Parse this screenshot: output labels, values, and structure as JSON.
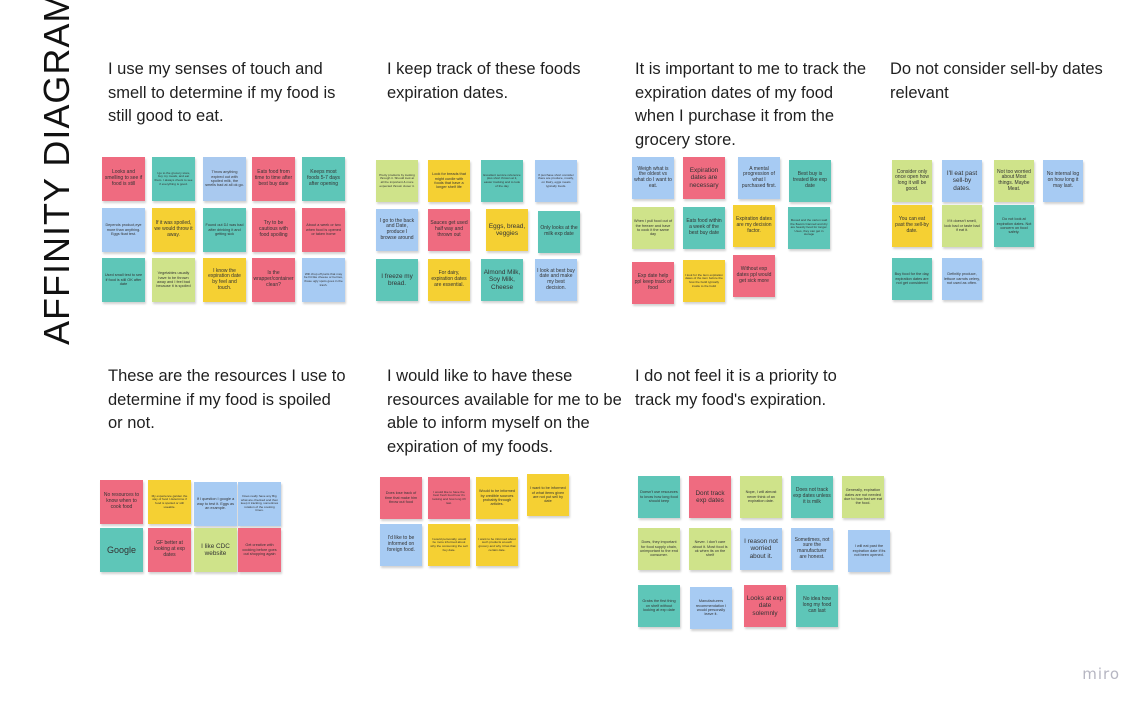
{
  "board": {
    "title": "AFFINITY DIAGRAM",
    "brand": "miro"
  },
  "colors": {
    "red": "#ef6b80",
    "teal": "#5ec6b8",
    "blue": "#a9c9ef",
    "yellow": "#f5d033",
    "green": "#cfe38a",
    "lightblue": "#a7cbf3"
  },
  "clusters": [
    {
      "heading": "I use my senses of touch and smell to determine if my food is still good to eat.",
      "notes": [
        {
          "text": "Looks and smelling to see if food is still",
          "color": "red"
        },
        {
          "text": "I go to the grocery store, buy my meals, and eat them. I always check to see if everything is good.",
          "color": "teal"
        },
        {
          "text": "Throw anything expired out with spoiled milk, the smells bad at all ok go.",
          "color": "blue"
        },
        {
          "text": "Eats food from time to time after best buy date",
          "color": "red"
        },
        {
          "text": "Keeps most foods 5-7 days after opening",
          "color": "teal"
        },
        {
          "text": "Depends product,eye more than anything. Eggs float test.",
          "color": "lightblue"
        },
        {
          "text": "If it was spoiled, we would throw it away.",
          "color": "yellow"
        },
        {
          "text": "Found out DJ was bad after drinking it and getting sick",
          "color": "teal"
        },
        {
          "text": "Try to be cautious with food spoiling",
          "color": "red"
        },
        {
          "text": "About a week or two when food is opened or taken home",
          "color": "red"
        },
        {
          "text": "Used small test to see if food is still OK after date",
          "color": "teal"
        },
        {
          "text": "Vegetables usually have to be thrown away and I feel bad because it is spoiled",
          "color": "green"
        },
        {
          "text": "I know the expiration date by feel and touch.",
          "color": "yellow"
        },
        {
          "text": "Is the wrapper/container clean?",
          "color": "red"
        },
        {
          "text": "Will chop off parts that may be hit like cheese or berries, those ugly spots goes in the trash.",
          "color": "lightblue"
        }
      ]
    },
    {
      "heading": "I keep track of these foods expiration dates.",
      "notes": [
        {
          "text": "Pretty products by looking through it. Should look at all the important & more expected thrown closer it.",
          "color": "green"
        },
        {
          "text": "Look for breads that might curdle with foods that have a longer shelf life",
          "color": "yellow"
        },
        {
          "text": "Excellent service reference plus short thrown at it, easier tracking and to look of the day",
          "color": "teal"
        },
        {
          "text": "If purchase short consider there are produce, mostly, on Dairy, eggs meats typically foods.",
          "color": "lightblue"
        },
        {
          "text": "I go to the back and Date, produce I browse around",
          "color": "lightblue"
        },
        {
          "text": "Sauces get used half way and thrown out",
          "color": "red"
        },
        {
          "text": "Eggs, bread, veggies",
          "color": "yellow"
        },
        {
          "text": "Only looks at the milk exp date",
          "color": "teal"
        },
        {
          "text": "I freeze my bread.",
          "color": "teal"
        },
        {
          "text": "For dairy, expiration dates are essential.",
          "color": "yellow"
        },
        {
          "text": "Almond Milk, Soy Milk, Cheese",
          "color": "teal"
        },
        {
          "text": "I look at best buy date and make my best decision.",
          "color": "lightblue"
        }
      ]
    },
    {
      "heading": "It is important to me to track the expiration dates of my food when I purchase it from the grocery store.",
      "notes": [
        {
          "text": "Weigh what is the oldest vs what do I want to eat.",
          "color": "lightblue"
        },
        {
          "text": "Expiration dates are necessary",
          "color": "red"
        },
        {
          "text": "A mental progression of what I purchased first.",
          "color": "lightblue"
        },
        {
          "text": "Best buy is treated like exp date",
          "color": "teal"
        },
        {
          "text": "When I pull food out of the freezer and have to cook it the same day",
          "color": "green"
        },
        {
          "text": "Eats food within a week of the best buy date",
          "color": "teal"
        },
        {
          "text": "Expiration dates are my decision factor.",
          "color": "yellow"
        },
        {
          "text": "Moved and the carton said the flavors Canned and dry are heavily lived for longer. Uses, they can get in storage",
          "color": "teal"
        },
        {
          "text": "Exp date help ppl keep track of food",
          "color": "red"
        },
        {
          "text": "I look for the item expiration dates of the item before the how the build typically inside to the build",
          "color": "yellow"
        },
        {
          "text": "Without exp dates ppl would get sick more",
          "color": "red"
        }
      ]
    },
    {
      "heading": "Do not consider sell-by dates relevant",
      "notes": [
        {
          "text": "Consider only once open how long it will be good.",
          "color": "green"
        },
        {
          "text": "I'll eat past sell-by dates.",
          "color": "lightblue"
        },
        {
          "text": "Not too worried about Most things. Maybe Meat.",
          "color": "green"
        },
        {
          "text": "No internal log on how long it may last.",
          "color": "lightblue"
        },
        {
          "text": "You can eat past the sell-by date.",
          "color": "yellow"
        },
        {
          "text": "If it doesn't smell, look bad or taste bad if eat it.",
          "color": "green"
        },
        {
          "text": "Do not look at expiration dates. Not concern on food safety.",
          "color": "teal"
        },
        {
          "text": "Buy food for the day, expiration dates are not get considered",
          "color": "teal"
        },
        {
          "text": "Definitly produce, lettuce carrots celery, not used as often.",
          "color": "lightblue"
        }
      ]
    },
    {
      "heading": "These are the resources I use to determine if my food is spoiled or not.",
      "notes": [
        {
          "text": "No resources to know when to cook food",
          "color": "red"
        },
        {
          "text": "My experience garden the way of food I determine if food is spoiled or still useable.",
          "color": "yellow"
        },
        {
          "text": "If I question I google a way to test it. Eggs as an example.",
          "color": "lightblue"
        },
        {
          "text": "Does really have any Big what are checked and then keep it tracking, sometimes rotation of the cooking times.",
          "color": "lightblue"
        },
        {
          "text": "Google",
          "color": "teal"
        },
        {
          "text": "GF better at looking at exp dates",
          "color": "red"
        },
        {
          "text": "I like CDC website",
          "color": "green"
        },
        {
          "text": "Get creative with cooking before goes out shopping again",
          "color": "red"
        }
      ]
    },
    {
      "heading": "I would like to have these resources available for me to be able to inform myself on the expiration of my foods.",
      "notes": [
        {
          "text": "Does lose track of time that make him throw out food",
          "color": "red"
        },
        {
          "text": "I would like to have the best fresh food how it's looking and how long it'll last.",
          "color": "red"
        },
        {
          "text": "Would to be informed by credible sources probably through articles.",
          "color": "yellow"
        },
        {
          "text": "I want to be informed of what items given are not put sell by date",
          "color": "yellow"
        },
        {
          "text": "I'd like to be informed on foreign food.",
          "color": "lightblue"
        },
        {
          "text": "I would personally, would be more informed about why the consuming the sell buy date.",
          "color": "yellow"
        },
        {
          "text": "I want to be informed about such products at each grocery and why it has that certain date.",
          "color": "yellow"
        }
      ]
    },
    {
      "heading": "I do not feel it is a priority to track my food's expiration.",
      "notes": [
        {
          "text": "Doesn't use resources to know how long food should keep",
          "color": "teal"
        },
        {
          "text": "Dont track exp dates",
          "color": "red"
        },
        {
          "text": "Nope, I will almost never think of an expiration date.",
          "color": "green"
        },
        {
          "text": "Does not track exp dates unless it is milk",
          "color": "teal"
        },
        {
          "text": "Generally, expiration dates are not needed due to how fast we eat the food.",
          "color": "green"
        },
        {
          "text": "Does, they important for food supply chain, unimportant to the end consumer.",
          "color": "green"
        },
        {
          "text": "Never. I don't care about it. Most food is ok when its on the shelf",
          "color": "green"
        },
        {
          "text": "I reason not worried about it.",
          "color": "lightblue"
        },
        {
          "text": "Sometimes, not sure the manufacturer are honest.",
          "color": "lightblue"
        },
        {
          "text": "I will eat past the expiration date if its not been opened.",
          "color": "lightblue"
        },
        {
          "text": "Grabs the first thing on shelf without looking at exp date",
          "color": "teal"
        },
        {
          "text": "Manufacturers recommendation I would personally leave it.",
          "color": "lightblue"
        },
        {
          "text": "Looks at exp date solemnly",
          "color": "red"
        },
        {
          "text": "No idea how long my food can last",
          "color": "teal"
        }
      ]
    }
  ]
}
